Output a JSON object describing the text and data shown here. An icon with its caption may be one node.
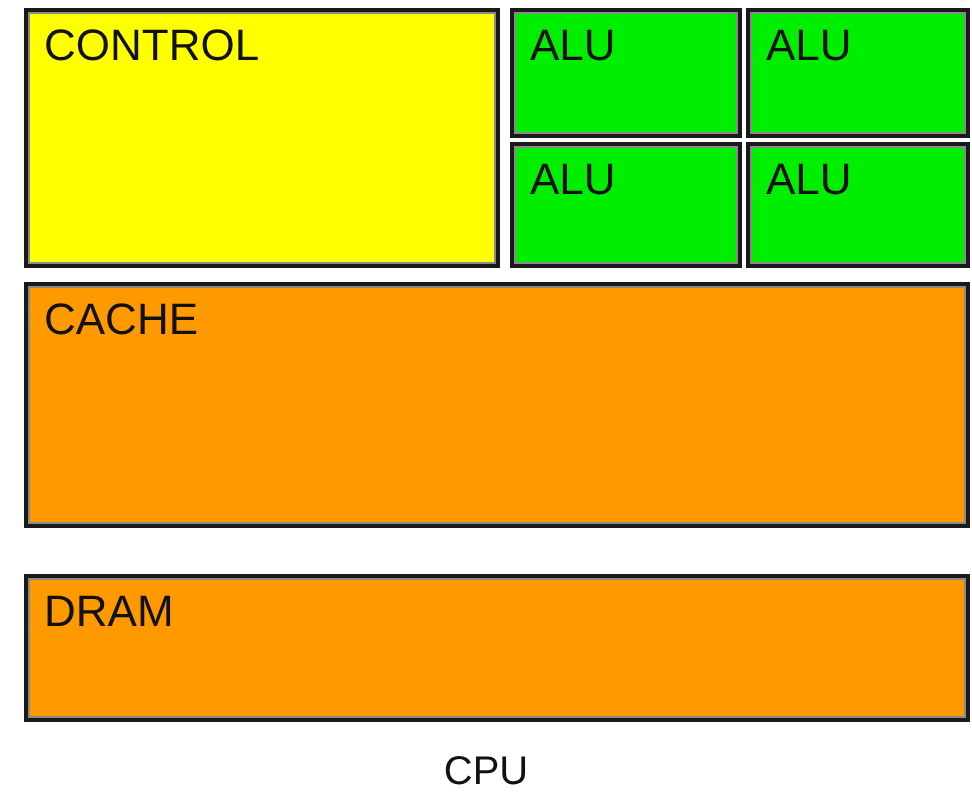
{
  "diagram": {
    "caption": "CPU",
    "nodes": [
      {
        "text": [
          "CONTROL"
        ]
      },
      {
        "text": [
          "ALU"
        ]
      },
      {
        "text": [
          "ALU"
        ]
      },
      {
        "text": [
          "ALU"
        ]
      },
      {
        "text": [
          "ALU"
        ]
      },
      {
        "text": [
          "CACHE"
        ]
      },
      {
        "text": [
          "DRAM"
        ]
      }
    ]
  }
}
